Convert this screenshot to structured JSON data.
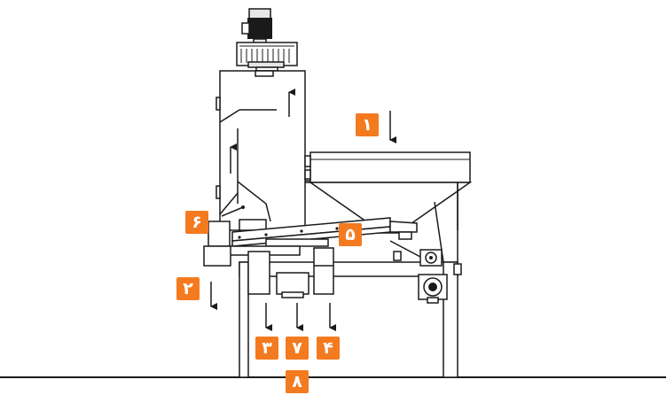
{
  "colors": {
    "badge": "#f47a20",
    "line": "#1a1a1a",
    "shade": "#e6e6e6"
  },
  "labels": [
    {
      "id": "1",
      "text": "۱"
    },
    {
      "id": "2",
      "text": "۲"
    },
    {
      "id": "3",
      "text": "۳"
    },
    {
      "id": "4",
      "text": "۴"
    },
    {
      "id": "5",
      "text": "۵"
    },
    {
      "id": "6",
      "text": "۶"
    },
    {
      "id": "7",
      "text": "۷"
    },
    {
      "id": "8",
      "text": "۸"
    }
  ]
}
